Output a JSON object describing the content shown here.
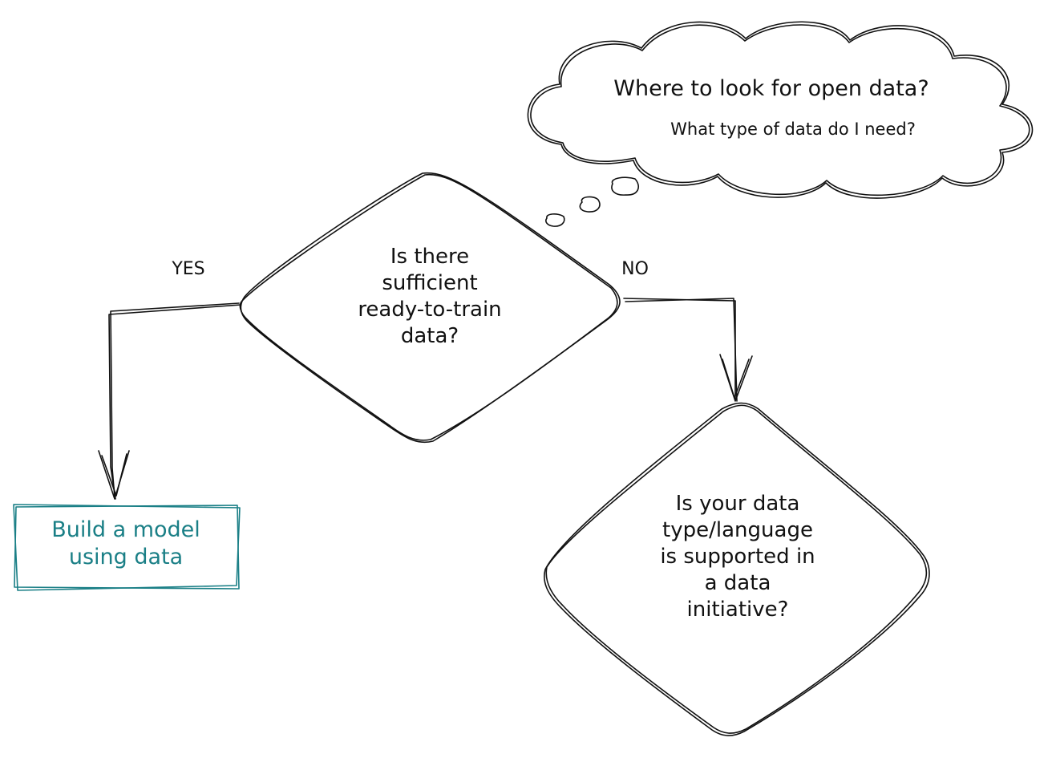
{
  "nodes": {
    "decision_ready": "Is there\nsufficient\nready-to-train\ndata?",
    "decision_supported": "Is your data\ntype/language\nis supported in\na data\ninitiative?",
    "outcome_build": "Build a model\nusing data"
  },
  "thought_cloud": {
    "line1": "Where to look for open data?",
    "line2": "What type of data do I need?"
  },
  "edges": {
    "yes_label": "YES",
    "no_label": "NO"
  },
  "colors": {
    "ink": "#111111",
    "accent": "#1a7f86"
  }
}
